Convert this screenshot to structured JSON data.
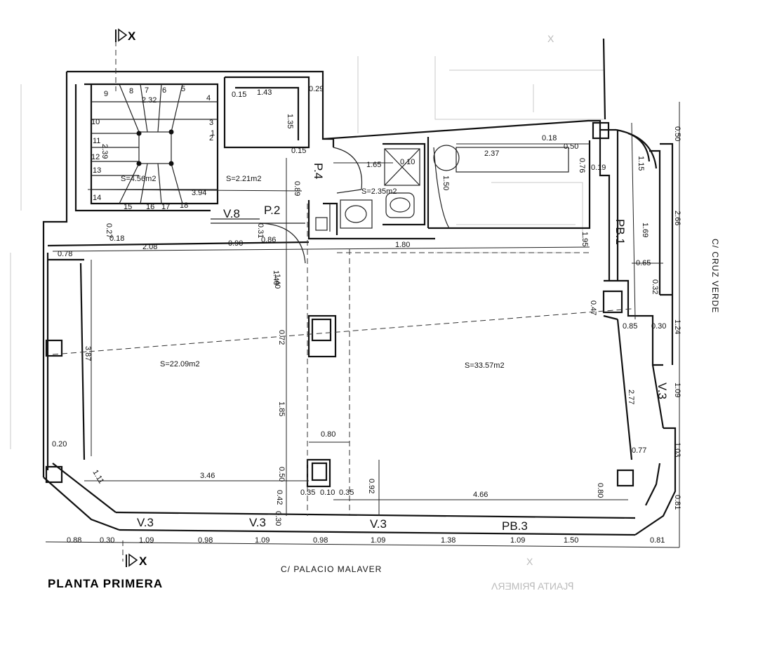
{
  "title": "PLANTA PRIMERA",
  "section_marks": [
    "X",
    "X"
  ],
  "streets": {
    "south": "C/ PALACIO MALAVER",
    "east": "C/ CRUZ VERDE"
  },
  "areas": [
    "S=4.56m2",
    "S=2.21m2",
    "S=2.35m2",
    "S=22.09m2",
    "S=33.57m2"
  ],
  "openings": [
    "V.8",
    "P.2",
    "P.4",
    "PB.1",
    "V.3",
    "V.3",
    "V.3",
    "V.3",
    "PB.3"
  ],
  "stair_steps": [
    "1",
    "2",
    "3",
    "4",
    "5",
    "6",
    "7",
    "8",
    "9",
    "10",
    "11",
    "12",
    "13",
    "14",
    "15",
    "16",
    "17",
    "18"
  ],
  "dimensions": {
    "bottom": [
      "0.88",
      "0.30",
      "1.09",
      "0.98",
      "1.09",
      "0.98",
      "1.09",
      "1.38",
      "1.09",
      "1.50",
      "0.81"
    ],
    "east": [
      "0.50",
      "2.66",
      "1.24",
      "1.09",
      "1.03",
      "0.81"
    ],
    "interior": [
      "2.32",
      "2.39",
      "1.43",
      "0.15",
      "0.29",
      "1.35",
      "0.15",
      "3.94",
      "0.89",
      "1.65",
      "0.10",
      "1.40",
      "2.37",
      "0.18",
      "0.50",
      "0.76",
      "0.19",
      "1.50",
      "0.27",
      "0.18",
      "0.78",
      "2.08",
      "0.90",
      "0.86",
      "0.31",
      "1.80",
      "1.40",
      "1.95",
      "1.69",
      "0.65",
      "0.32",
      "0.47",
      "0.85",
      "0.30",
      "0.72",
      "3.87",
      "2.77",
      "1.85",
      "0.80",
      "0.77",
      "0.20",
      "1.11",
      "3.46",
      "0.50",
      "0.92",
      "0.42",
      "0.35",
      "0.10",
      "0.35",
      "4.66",
      "0.80",
      "0.30",
      "1.15"
    ]
  }
}
